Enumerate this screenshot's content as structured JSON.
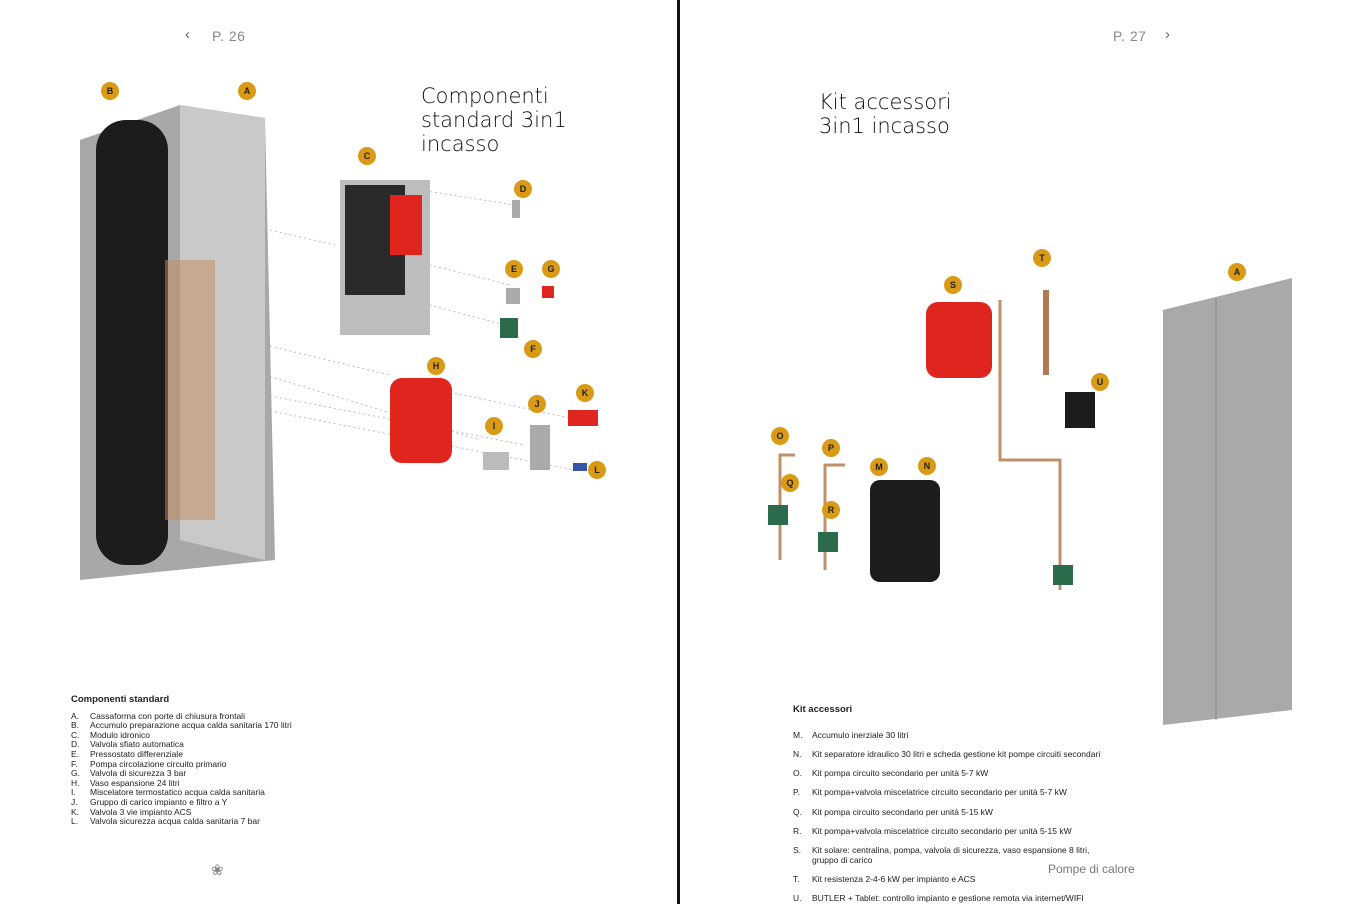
{
  "left_page": {
    "page_number": "P. 26",
    "prev_icon": "chevron-left-icon",
    "title": "Componenti\nstandard 3in1\nincasso",
    "markers": [
      "B",
      "A",
      "C",
      "D",
      "E",
      "G",
      "F",
      "H",
      "K",
      "J",
      "I",
      "L"
    ],
    "list_title": "Componenti standard",
    "items": [
      {
        "key": "A.",
        "text": "Cassaforma con porte di chiusura frontali"
      },
      {
        "key": "B.",
        "text": "Accumulo preparazione acqua calda sanitaria 170 litri"
      },
      {
        "key": "C.",
        "text": "Modulo idronico"
      },
      {
        "key": "D.",
        "text": "Valvola sfiato automatica"
      },
      {
        "key": "E.",
        "text": "Pressostato differenziale"
      },
      {
        "key": "F.",
        "text": "Pompa circolazione circuito primario"
      },
      {
        "key": "G.",
        "text": "Valvola di sicurezza 3 bar"
      },
      {
        "key": "H.",
        "text": "Vaso espansione 24 litri"
      },
      {
        "key": "I.",
        "text": "Miscelatore termostatico acqua calda sanitaria"
      },
      {
        "key": "J.",
        "text": "Gruppo di carico impianto e filtro a Y"
      },
      {
        "key": "K.",
        "text": "Valvola 3 vie impianto ACS"
      },
      {
        "key": "L.",
        "text": "Valvola sicurezza acqua calda sanitaria 7 bar"
      }
    ],
    "footer_icon": "butterfly-logo-icon"
  },
  "right_page": {
    "page_number": "P. 27",
    "next_icon": "chevron-right-icon",
    "title": "Kit accessori\n3in1 incasso",
    "markers": [
      "T",
      "S",
      "A",
      "U",
      "O",
      "P",
      "M",
      "N",
      "Q",
      "R"
    ],
    "list_title": "Kit accessori",
    "items": [
      {
        "key": "M.",
        "text": "Accumulo inerziale 30 litri"
      },
      {
        "key": "N.",
        "text": "Kit separatore idraulico 30 litri e scheda gestione kit pompe circuiti secondari"
      },
      {
        "key": "O.",
        "text": "Kit pompa circuito secondario per unità 5-7 kW"
      },
      {
        "key": "P.",
        "text": "Kit pompa+valvola miscelatrice circuito secondario per unità 5-7 kW"
      },
      {
        "key": "Q.",
        "text": "Kit pompa circuito secondario per unità 5-15 kW"
      },
      {
        "key": "R.",
        "text": "Kit pompa+valvola miscelatrice circuito secondario per unità 5-15 kW"
      },
      {
        "key": "S.",
        "text": "Kit solare: centralina, pompa, valvola di sicurezza, vaso espansione 8 litri,\ngruppo di carico"
      },
      {
        "key": "T.",
        "text": "Kit resistenza 2-4-6 kW per impianto e ACS"
      },
      {
        "key": "U.",
        "text": "BUTLER + Tablet: controllo impianto e gestione remota via internet/WIFI"
      }
    ],
    "footer_text": "Pompe di calore"
  },
  "colors": {
    "marker": "#d99a16",
    "vessel_red": "#e0251e",
    "tank_black": "#1c1c1c",
    "panel_grey": "#a9a9a9"
  }
}
